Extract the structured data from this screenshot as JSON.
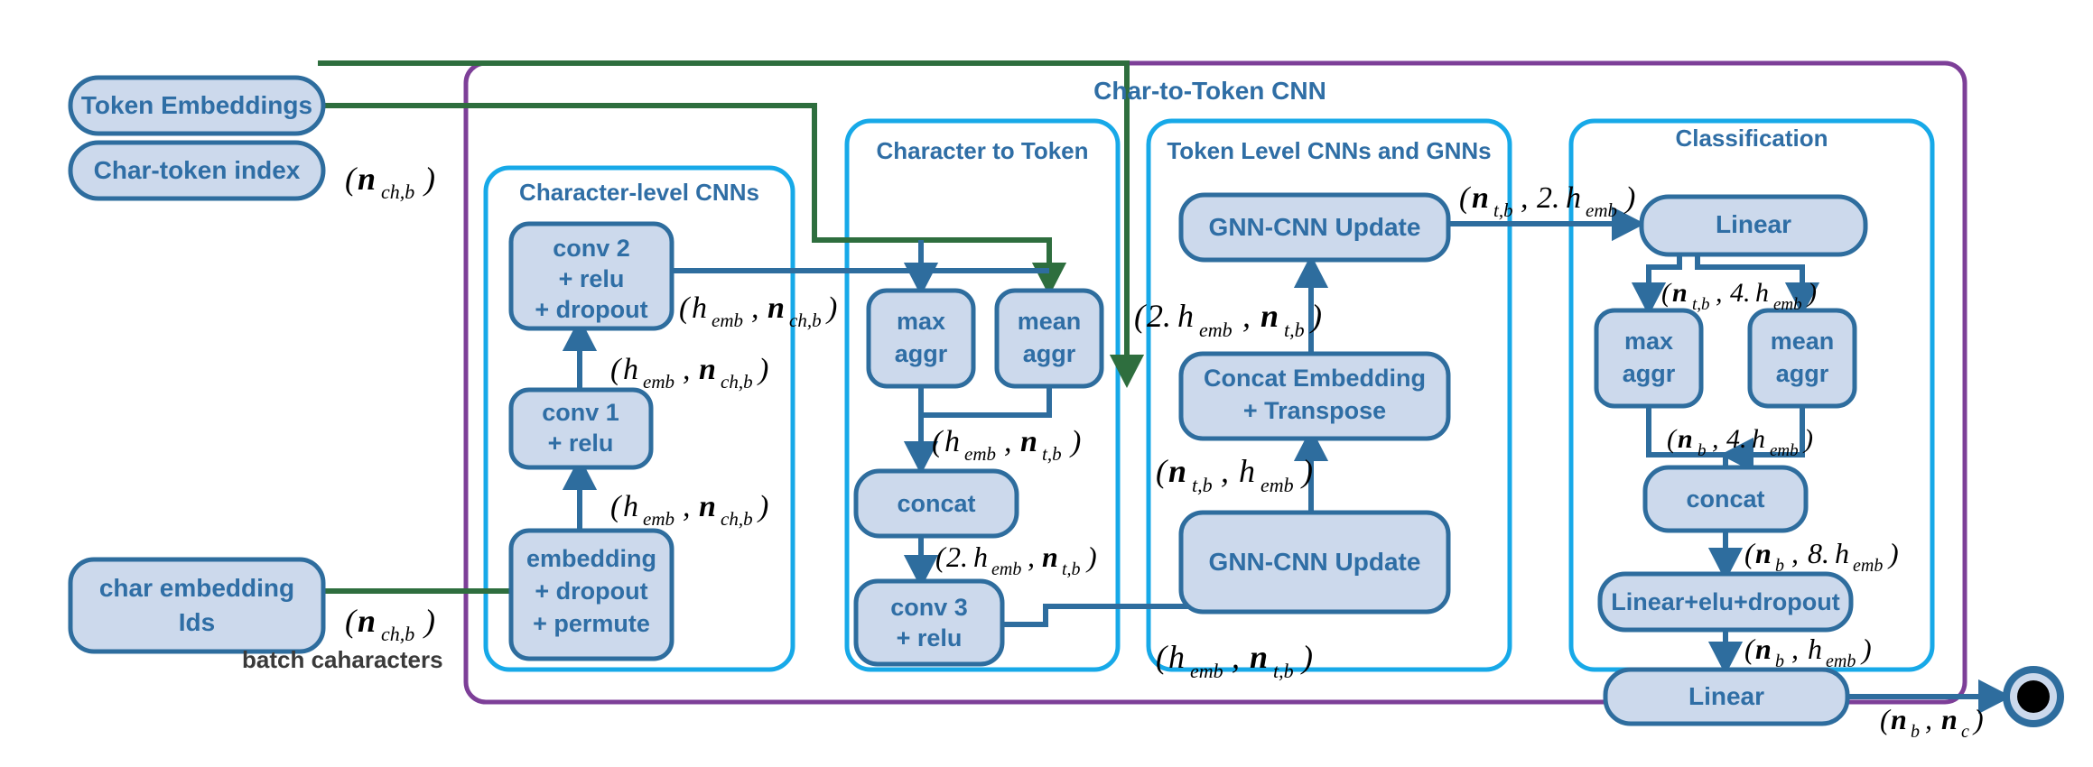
{
  "diagram": {
    "title": "Char-to-Token CNN",
    "colors": {
      "node_fill": "#ccd9ec",
      "node_stroke": "#2e6d9e",
      "panel_stroke": "#17a9e8",
      "outer_stroke": "#7d3f98",
      "blue_edge": "#2e6d9e",
      "green_edge": "#2e6e3e",
      "label_text": "#2f6ea5"
    }
  },
  "inputs": [
    {
      "id": "token-embeddings",
      "label": "Token Embeddings"
    },
    {
      "id": "char-token-index",
      "label": "Char-token index"
    },
    {
      "id": "char-embedding-ids",
      "label_line1": "char embedding",
      "label_line2": "Ids"
    }
  ],
  "annotations": {
    "batch_characters": "batch caharacters"
  },
  "panels": [
    {
      "id": "character-level-cnns",
      "title": "Character-level CNNs"
    },
    {
      "id": "character-to-token",
      "title": "Character to Token"
    },
    {
      "id": "token-level-cnns-gnns",
      "title": "Token Level CNNs and GNNs"
    },
    {
      "id": "classification",
      "title": "Classification"
    }
  ],
  "nodes": {
    "embedding": {
      "l1": "embedding",
      "l2": "+ dropout",
      "l3": "+ permute"
    },
    "conv1": {
      "l1": "conv 1",
      "l2": "+ relu"
    },
    "conv2": {
      "l1": "conv 2",
      "l2": "+ relu",
      "l3": "+ dropout"
    },
    "max_aggr_c2t": {
      "l1": "max",
      "l2": "aggr"
    },
    "mean_aggr_c2t": {
      "l1": "mean",
      "l2": "aggr"
    },
    "concat_c2t": {
      "l1": "concat"
    },
    "conv3": {
      "l1": "conv 3",
      "l2": "+ relu"
    },
    "gnn_cnn_update_bottom": {
      "l1": "GNN-CNN Update"
    },
    "concat_embedding": {
      "l1": "Concat Embedding",
      "l2": "+ Transpose"
    },
    "gnn_cnn_update_top": {
      "l1": "GNN-CNN Update"
    },
    "linear_top": {
      "l1": "Linear"
    },
    "max_aggr_cls": {
      "l1": "max",
      "l2": "aggr"
    },
    "mean_aggr_cls": {
      "l1": "mean",
      "l2": "aggr"
    },
    "concat_cls": {
      "l1": "concat"
    },
    "linear_elu_dropout": {
      "l1": "Linear+elu+dropout"
    },
    "linear_out": {
      "l1": "Linear"
    },
    "output_terminal": {
      "l1": "output-node"
    }
  },
  "edge_labels": {
    "char_ids_dim": "(n_ch,b)",
    "char_token_index_dim": "(n_ch,b)",
    "emb_to_conv1": "(h_emb , n_ch,b)",
    "conv1_to_conv2": "(h_emb , n_ch,b)",
    "conv2_out": "(h_emb , n_ch,b)",
    "aggr_to_concat": "(h_emb , n_t,b)",
    "concat_to_conv3": "(2.h_emb , n_t,b)",
    "conv3_out": "(h_emb , n_t,b)",
    "token_emb_to_concat": "(2.h_emb , n_t,b)",
    "gnn_bottom_to_concat": "(n_t,b , h_emb)",
    "gnn_top_to_linear": "(n_t,b , 2.h_emb)",
    "linear_to_aggr": "(n_t,b , 4.h_emb)",
    "aggr_to_concat_cls": "(n_b , 4.h_emb)",
    "concat_to_linear_elu": "(n_b , 8.h_emb)",
    "linear_elu_to_linear": "(n_b , h_emb)",
    "linear_to_output": "(n_b , n_c)"
  }
}
